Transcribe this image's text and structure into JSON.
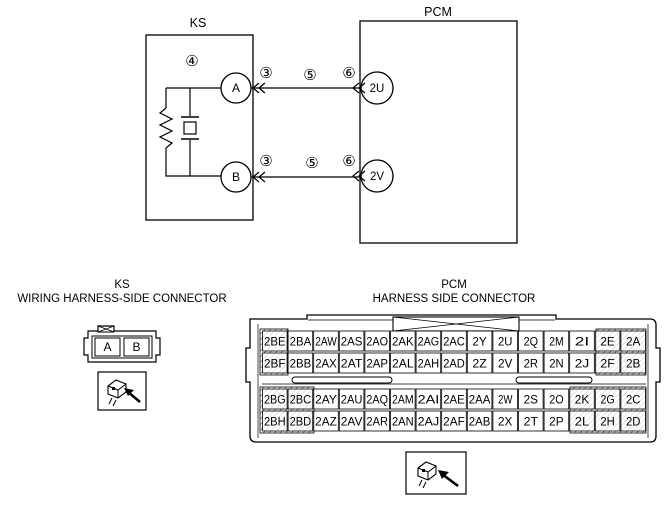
{
  "schematic": {
    "ks_label": "KS",
    "pcm_label": "PCM",
    "ks_pins": [
      "A",
      "B"
    ],
    "pcm_pins": [
      "2U",
      "2V"
    ],
    "wire_callouts": [
      "④",
      "③",
      "⑤",
      "⑥"
    ]
  },
  "ks_connector": {
    "title_line1": "KS",
    "title_line2": "WIRING HARNESS-SIDE CONNECTOR",
    "cells": [
      "A",
      "B"
    ],
    "view_icon": "connector-view-arrow-icon"
  },
  "pcm_connector": {
    "title_line1": "PCM",
    "title_line2": "HARNESS SIDE CONNECTOR",
    "view_icon": "connector-view-arrow-icon",
    "rows": [
      [
        "2BE",
        "2BA",
        "2AW",
        "2AS",
        "2AO",
        "2AK",
        "2AG",
        "2AC",
        "2Y",
        "2U",
        "2Q",
        "2M",
        "2I",
        "2E",
        "2A"
      ],
      [
        "2BF",
        "2BB",
        "2AX",
        "2AT",
        "2AP",
        "2AL",
        "2AH",
        "2AD",
        "2Z",
        "2V",
        "2R",
        "2N",
        "2J",
        "2F",
        "2B"
      ],
      [
        "2BG",
        "2BC",
        "2AY",
        "2AU",
        "2AQ",
        "2AM",
        "2AI",
        "2AE",
        "2AA",
        "2W",
        "2S",
        "2O",
        "2K",
        "2G",
        "2C"
      ],
      [
        "2BH",
        "2BD",
        "2AZ",
        "2AV",
        "2AR",
        "2AN",
        "2AJ",
        "2AF",
        "2AB",
        "2X",
        "2T",
        "2P",
        "2L",
        "2H",
        "2D"
      ]
    ]
  }
}
